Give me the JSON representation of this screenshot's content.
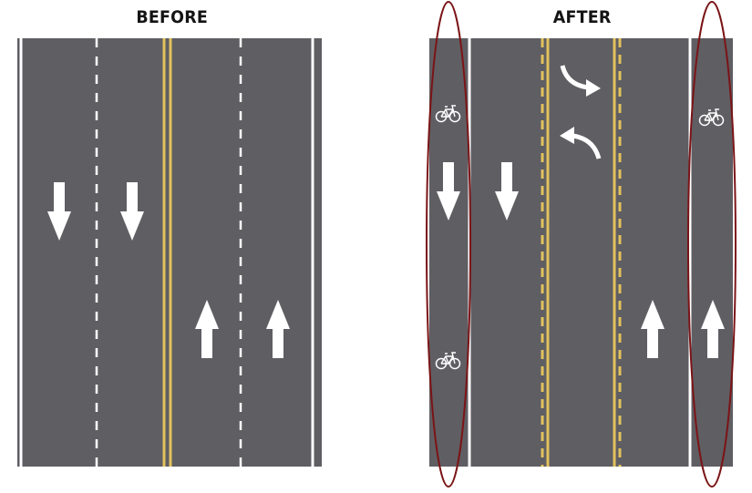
{
  "labels": {
    "before": "BEFORE",
    "after": "AFTER"
  },
  "colors": {
    "pavement": "#5f5e63",
    "white_marking": "#ffffff",
    "yellow_marking": "#e2c25c",
    "highlight_ellipse": "#7b1416",
    "background": "#ffffff"
  },
  "before": {
    "lanes": [
      {
        "direction": "down",
        "type": "travel"
      },
      {
        "direction": "down",
        "type": "travel"
      },
      {
        "direction": "up",
        "type": "travel"
      },
      {
        "direction": "up",
        "type": "travel"
      }
    ],
    "markings": [
      "solid-white-edge",
      "dashed-white",
      "double-solid-yellow",
      "dashed-white",
      "solid-white-edge"
    ]
  },
  "after": {
    "lanes": [
      {
        "direction": "down",
        "type": "bike"
      },
      {
        "direction": "down",
        "type": "travel"
      },
      {
        "direction": "both-left-turn",
        "type": "center-turn"
      },
      {
        "direction": "up",
        "type": "travel"
      },
      {
        "direction": "up",
        "type": "bike"
      }
    ],
    "markings": [
      "solid-white",
      "dashed-yellow-solid-yellow",
      "solid-yellow-dashed-yellow",
      "solid-white"
    ],
    "highlighted": [
      "left-bike-lane",
      "right-bike-lane"
    ]
  },
  "icons": [
    "arrow-down-icon",
    "arrow-up-icon",
    "turn-arrow-icon",
    "bicycle-icon"
  ]
}
